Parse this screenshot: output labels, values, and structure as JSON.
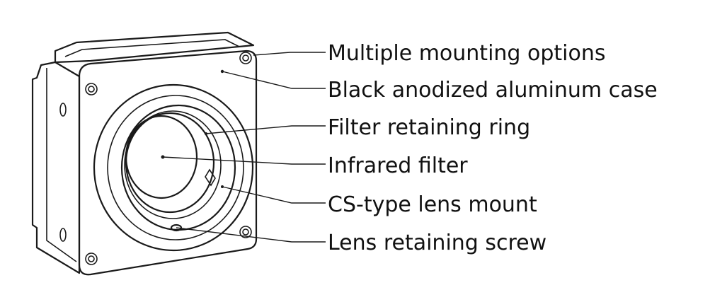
{
  "diagram": {
    "callouts": [
      {
        "id": "mounting",
        "label": "Multiple mounting options"
      },
      {
        "id": "case",
        "label": "Black anodized aluminum case"
      },
      {
        "id": "filter-ring",
        "label": "Filter retaining ring"
      },
      {
        "id": "ir-filter",
        "label": "Infrared filter"
      },
      {
        "id": "lens-mount",
        "label": "CS-type lens mount"
      },
      {
        "id": "screw",
        "label": "Lens retaining screw"
      }
    ]
  }
}
